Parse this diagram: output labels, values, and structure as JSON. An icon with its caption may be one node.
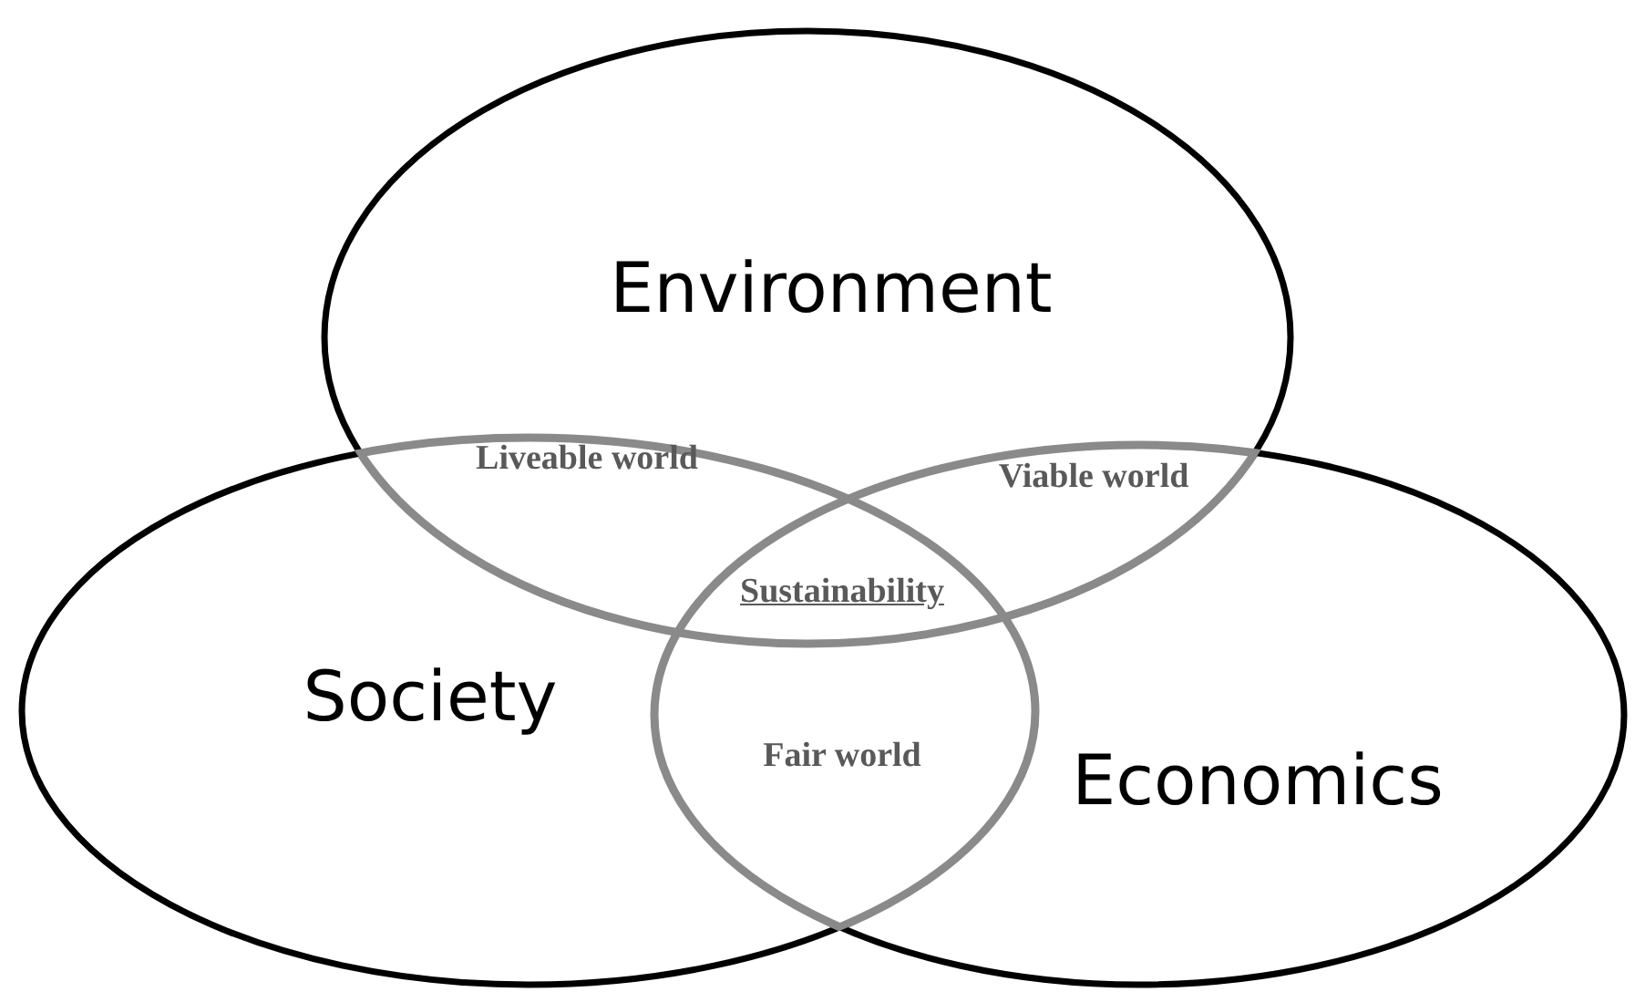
{
  "diagram": {
    "nodes": [
      {
        "text": [
          "Environment"
        ]
      },
      {
        "text": [
          "Society"
        ]
      },
      {
        "text": [
          "Economics"
        ]
      }
    ],
    "edges": [],
    "labels": [
      "Liveable world",
      "Viable world",
      "Sustainability",
      "Fair world"
    ]
  }
}
